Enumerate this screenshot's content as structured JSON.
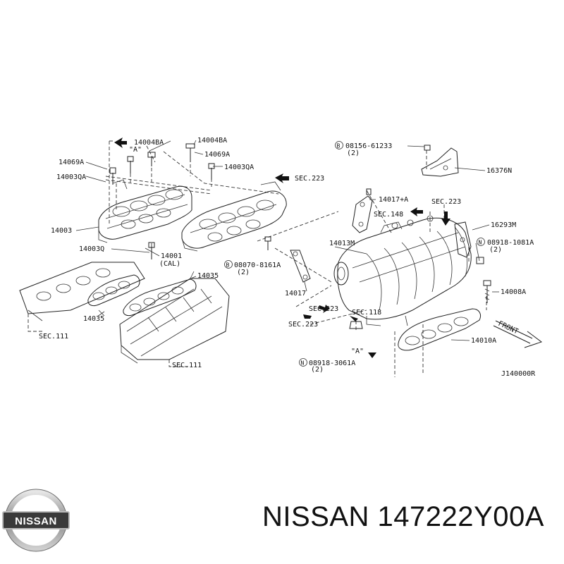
{
  "labels": {
    "p14004ba_a": "14004BA",
    "p14004ba_b": "14004BA",
    "p14069a_a": "14069A",
    "p14069a_b": "14069A",
    "p14003qa_a": "14003QA",
    "p14003qa_b": "14003QA",
    "p14003": "14003",
    "p14003q": "14003Q",
    "p14001": "14001",
    "p14001_cal": "(CAL)",
    "p14035_a": "14035",
    "p14035_b": "14035",
    "sec111_a": "SEC.111",
    "sec111_b": "SEC.111",
    "sec223_top": "SEC.223",
    "b08070": "08070-8161A",
    "b08070_qty": "(2)",
    "p14017": "14017",
    "p14017a": "14017+A",
    "sec148": "SEC.148",
    "sec223_r": "SEC.223",
    "b08156": "08156-61233",
    "b08156_qty": "(2)",
    "p16376n": "16376N",
    "p16293m": "16293M",
    "n08918_1081a": "08918-1081A",
    "n08918_1081a_qty": "(2)",
    "p14013m": "14013M",
    "p14008a": "14008A",
    "sec223_l": "SEC.223",
    "sec223_l2": "SEC.223",
    "sec118": "SEC.118",
    "ref_a_top": "\"A\"",
    "ref_a_bottom": "\"A\"",
    "n08918_3061a": "08918-3061A",
    "n08918_3061a_qty": "(2)",
    "p14010a": "14010A",
    "front": "FRONT",
    "diagram_code": "J140000R",
    "circle_b": "B",
    "circle_n": "N"
  },
  "logo": {
    "text": "NISSAN"
  },
  "brand": {
    "text": "NISSAN 147222Y00A"
  }
}
